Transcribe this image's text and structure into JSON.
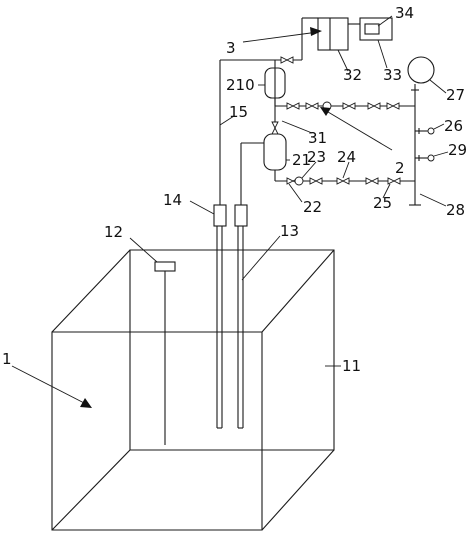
{
  "labels": {
    "l1": "1",
    "l2": "2",
    "l3": "3",
    "l11": "11",
    "l12": "12",
    "l13": "13",
    "l14": "14",
    "l15": "15",
    "l21": "21",
    "l22": "22",
    "l23": "23",
    "l24": "24",
    "l25": "25",
    "l26": "26",
    "l27": "27",
    "l28": "28",
    "l29": "29",
    "l31": "31",
    "l32": "32",
    "l33": "33",
    "l34": "34",
    "l210": "210"
  }
}
